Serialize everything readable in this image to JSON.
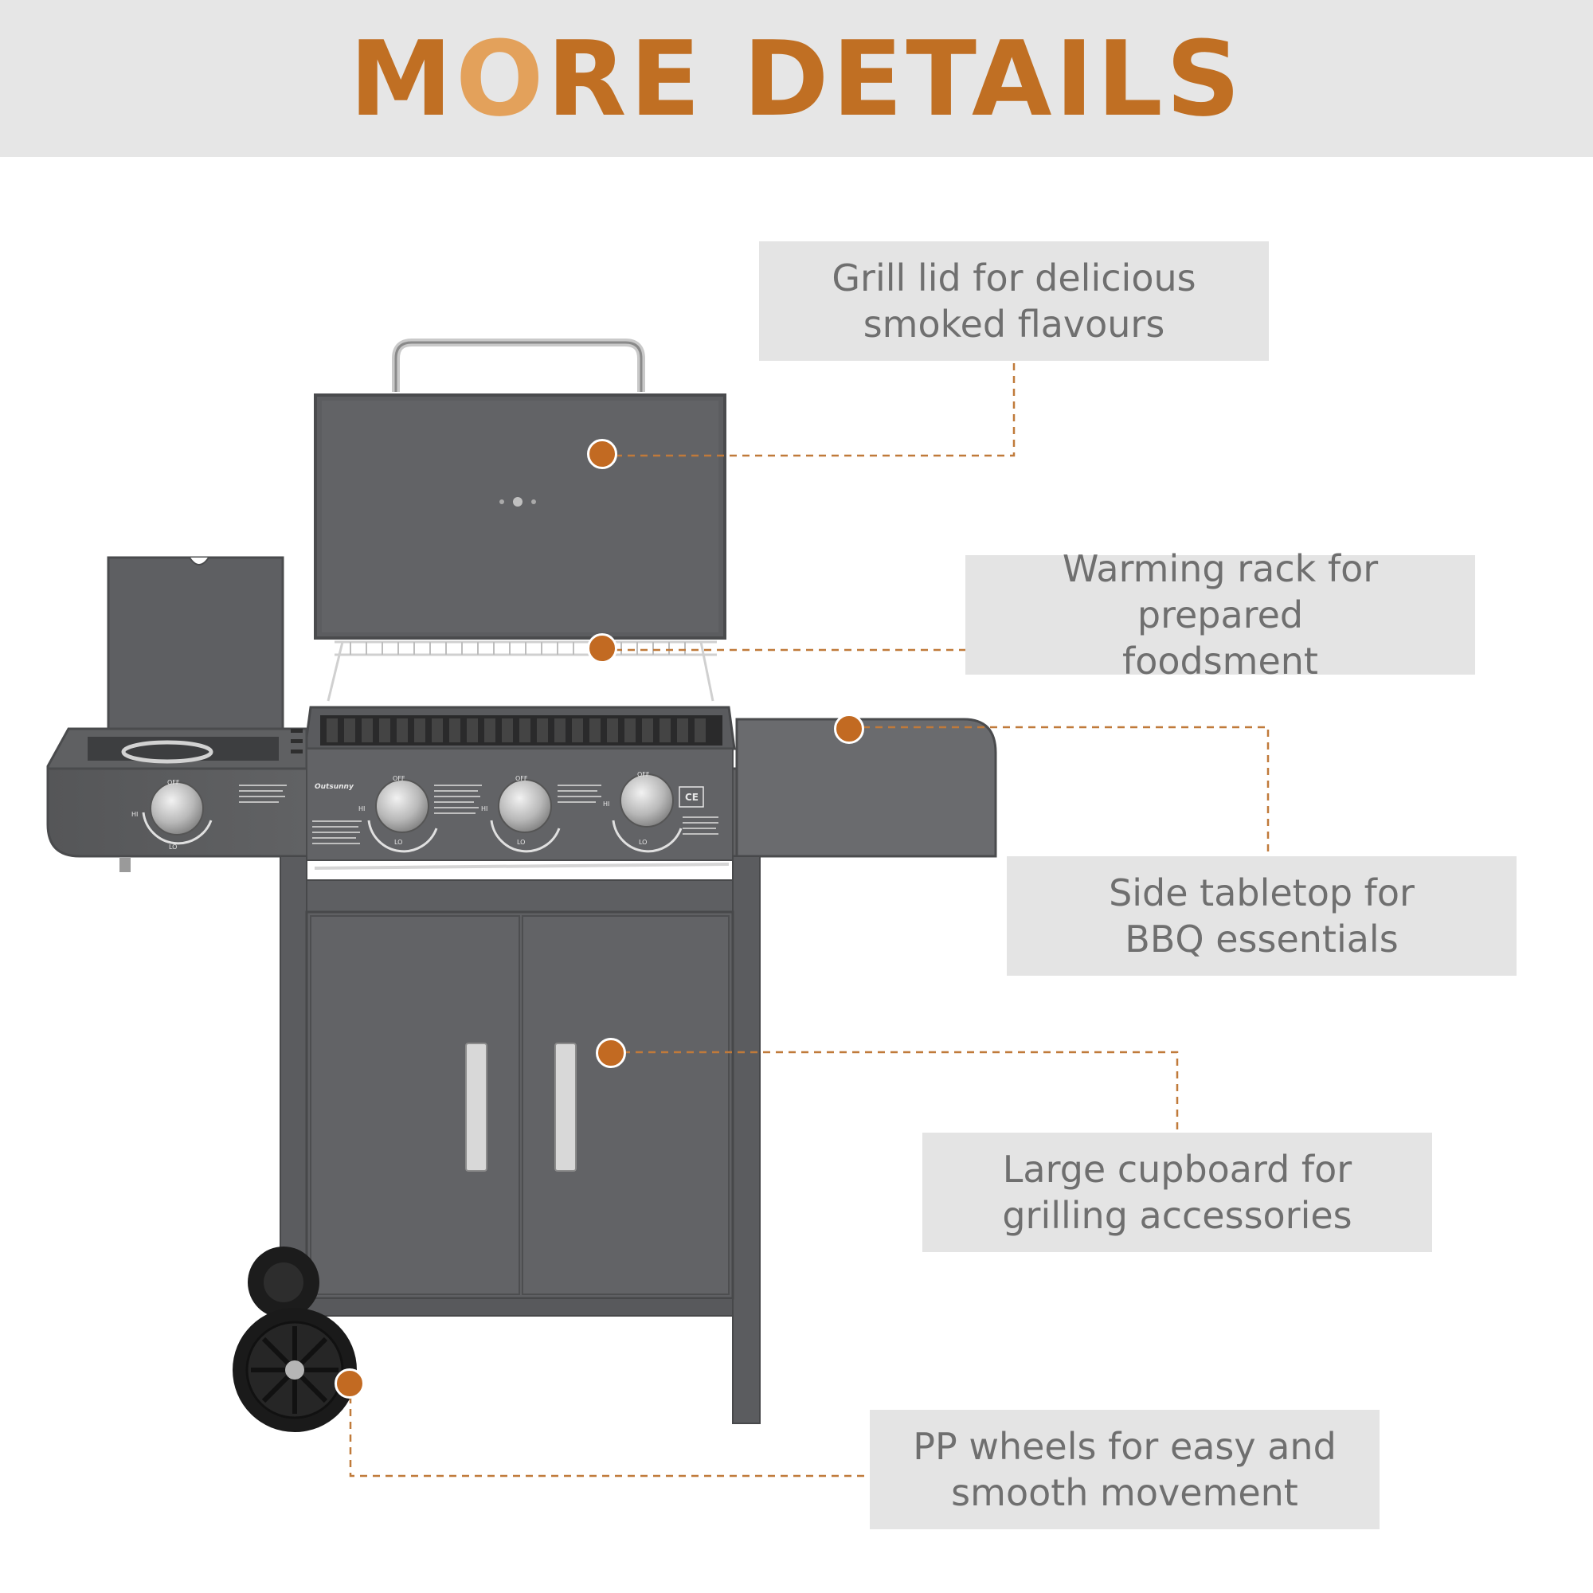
{
  "header": {
    "title_parts": [
      "M",
      "O",
      "RE DETAILS"
    ]
  },
  "callouts": [
    {
      "id": "lid",
      "lines": [
        "Grill lid for delicious",
        "smoked flavours"
      ]
    },
    {
      "id": "rack",
      "lines": [
        "Warming rack for prepared",
        "foodsment"
      ]
    },
    {
      "id": "table",
      "lines": [
        "Side tabletop for",
        "BBQ essentials"
      ]
    },
    {
      "id": "cupboard",
      "lines": [
        "Large cupboard for",
        "grilling accessories"
      ]
    },
    {
      "id": "wheels",
      "lines": [
        "PP wheels for easy and",
        "smooth movement"
      ]
    }
  ],
  "colors": {
    "accent": "#c06f23",
    "accent_light": "#e3a15b",
    "callout_bg": "#e4e4e4",
    "callout_text": "#6f6f6f",
    "header_bg": "#e6e6e6",
    "grill_body": "#5f6062"
  },
  "product": {
    "brand": "Outsunny",
    "knob_labels": {
      "off": "OFF",
      "hi": "HI",
      "lo": "LO"
    },
    "cert_mark": "CE"
  }
}
